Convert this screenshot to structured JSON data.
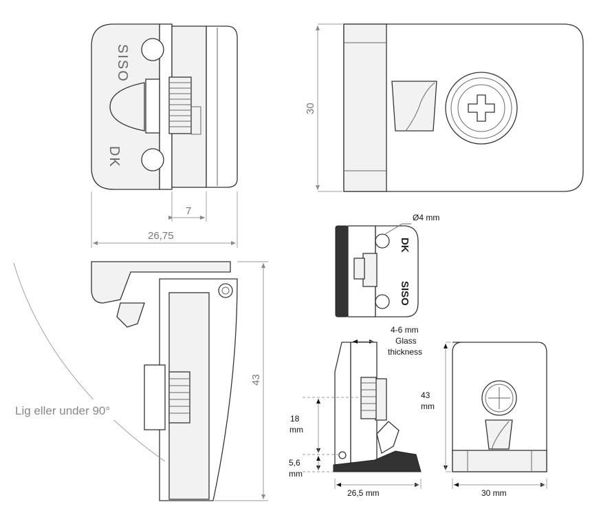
{
  "dimensions": {
    "top_left_width": "26,75",
    "top_left_offset": "7",
    "top_right_height": "30",
    "bottom_left_height": "43",
    "bottom_left_note": "Lig eller under 90°",
    "hole_diameter": "Ø4 mm",
    "glass_thickness_line1": "4-6 mm",
    "glass_thickness_line2": "Glass",
    "glass_thickness_line3": "thickness",
    "height_18": "18",
    "height_18_unit": "mm",
    "height_5_6": "5,6",
    "height_5_6_unit": "mm",
    "width_26_5": "26,5 mm",
    "height_43": "43",
    "height_43_unit": "mm",
    "width_30": "30 mm"
  },
  "brand": {
    "top_left_1": "SISO",
    "top_left_2": "DK",
    "small_1": "DK",
    "small_2": "SISO"
  }
}
